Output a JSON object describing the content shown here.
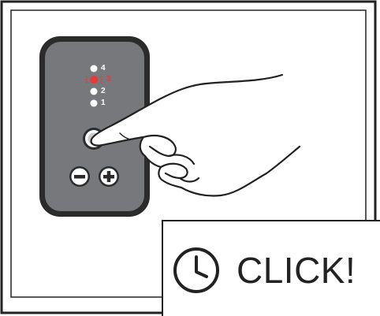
{
  "levels": [
    {
      "label": "4",
      "active": false
    },
    {
      "label": "3",
      "active": true
    },
    {
      "label": "2",
      "active": false
    },
    {
      "label": "1",
      "active": false
    }
  ],
  "callout": {
    "text": "CLICK!",
    "icon": "clock-icon"
  },
  "colors": {
    "panel": "#76787b",
    "panel_border": "#2b2b2b",
    "active_level": "#e83a3a",
    "ink": "#222222"
  }
}
